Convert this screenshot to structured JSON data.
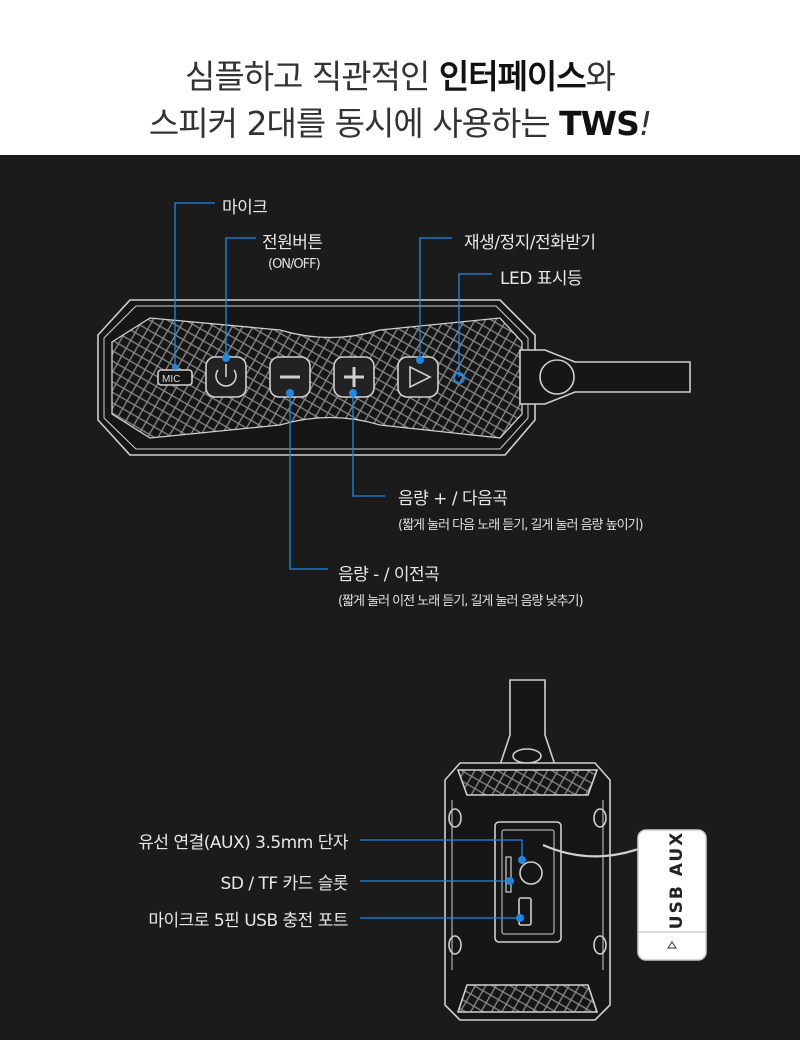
{
  "header": {
    "line1_pre": "심플하고 직관적인 ",
    "line1_bold": "인터페이스",
    "line1_post": "와",
    "line2_pre": "스피커 2대를 동시에 사용하는 ",
    "line2_bold": "TWS",
    "line2_post": "!"
  },
  "front": {
    "mic": "마이크",
    "power": "전원버튼",
    "power_sub": "(ON/OFF)",
    "play": "재생/정지/전화받기",
    "led": "LED 표시등",
    "vol_up": "음량 + / 다음곡",
    "vol_up_sub": "(짧게 눌러 다음 노래 듣기, 길게 눌러 음량 높이기)",
    "vol_down": "음량 - / 이전곡",
    "vol_down_sub": "(짧게 눌러 이전 노래 듣기, 길게 눌러 음량 낮추기)",
    "mic_marking": "MIC"
  },
  "side": {
    "aux": "유선 연결(AUX) 3.5mm 단자",
    "sd": "SD / TF  카드 슬롯",
    "usb": "마이크로 5핀 USB 충전 포트",
    "dongle": "USB AUX"
  },
  "colors": {
    "accent": "#1e88e5",
    "line": "#cfcfcf",
    "bg": "#1b1b1b"
  }
}
